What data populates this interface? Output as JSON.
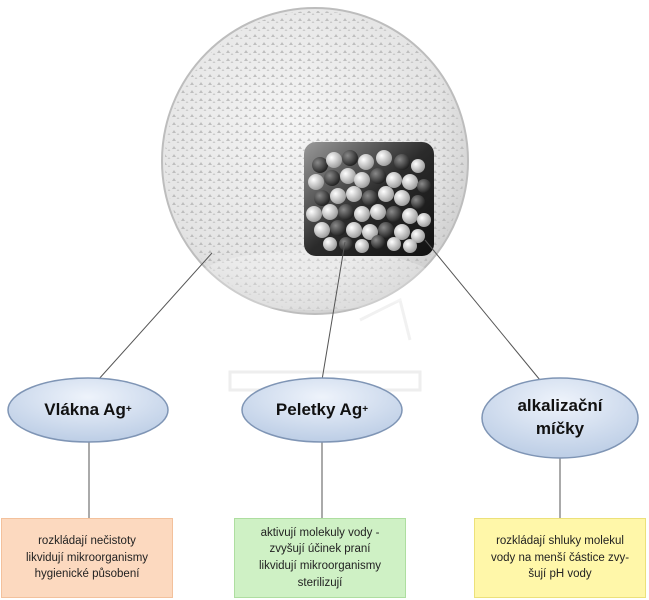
{
  "nodes": [
    {
      "name": "Vlákna Ag",
      "sup": "+"
    },
    {
      "name": "Peletky Ag",
      "sup": "+"
    },
    {
      "name_line1": "alkalizační",
      "name_line2": "míčky"
    }
  ],
  "boxes": [
    {
      "lines": [
        "rozkládají nečistoty",
        "likvidují mikroorganismy",
        "hygienické působení"
      ]
    },
    {
      "lines": [
        "aktivují molekuly vody -",
        "zvyšují účinek praní",
        "likvidují mikroorganismy",
        "sterilizují"
      ]
    },
    {
      "lines": [
        "rozkládají shluky molekul",
        "vody na menší částice zvy-",
        "šují pH vody"
      ]
    }
  ],
  "colors": {
    "ellipse_fill": "#cfdcee",
    "ellipse_stroke": "#7f95b5",
    "box1": "#fcd9bf",
    "box2": "#cff1c5",
    "box3": "#fff7a9",
    "sphere": "#e6e6e6"
  }
}
